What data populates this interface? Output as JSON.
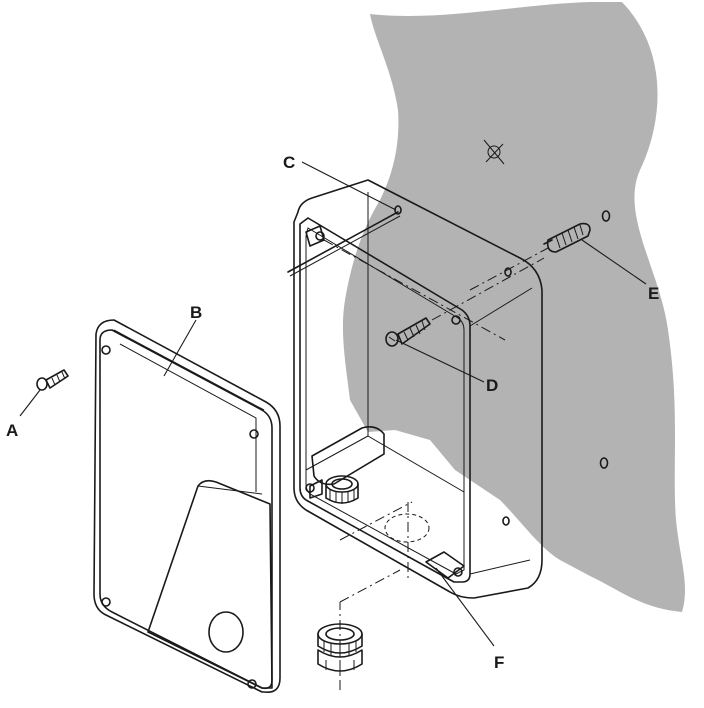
{
  "diagram": {
    "labels": {
      "a": "A",
      "b": "B",
      "c": "C",
      "d": "D",
      "e": "E",
      "f": "F"
    },
    "colors": {
      "wall": "#b3b3b3",
      "box": "#ffffff",
      "line": "#1a1a1a",
      "background": "#ffffff"
    }
  }
}
